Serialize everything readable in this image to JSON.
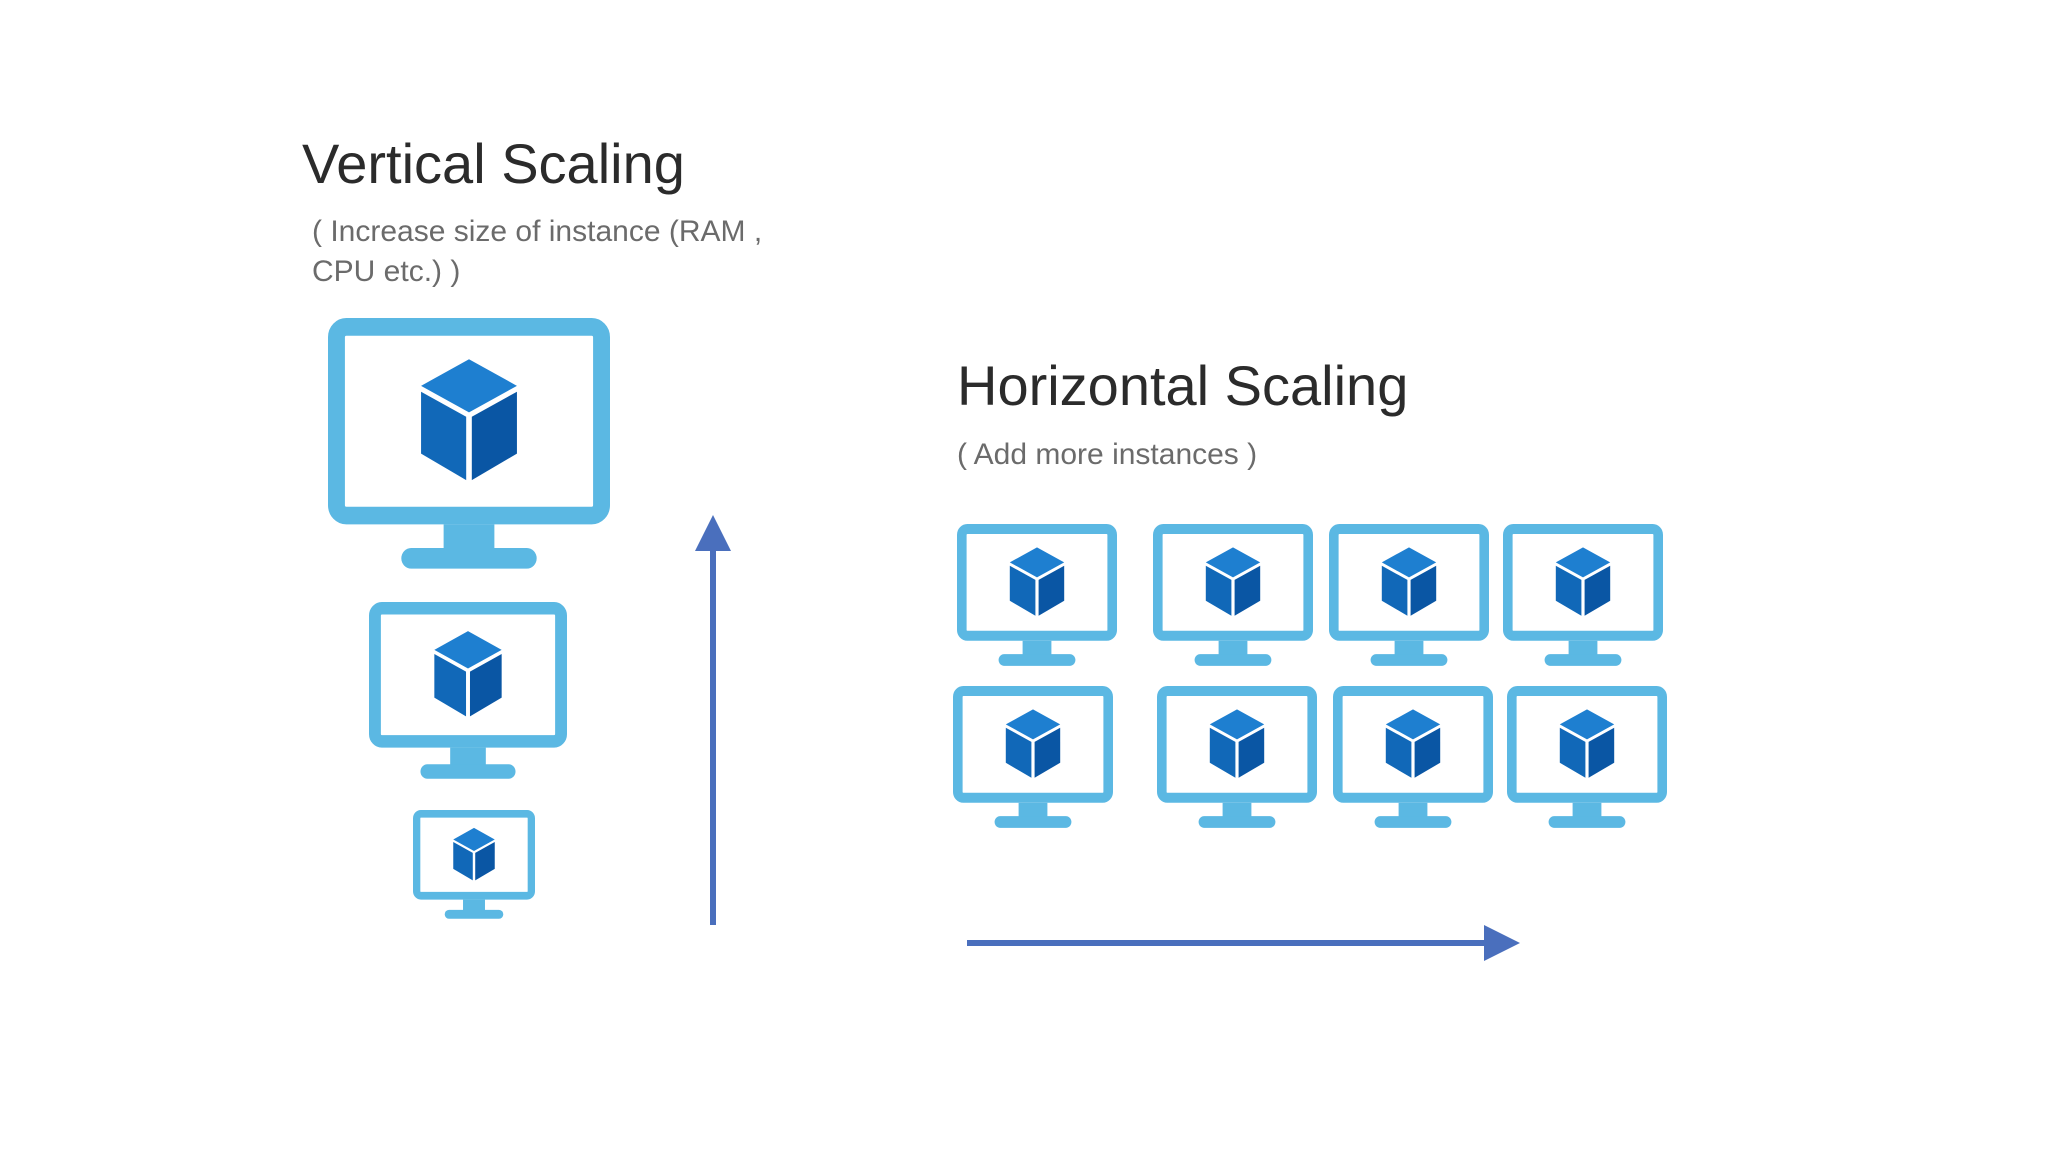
{
  "vertical": {
    "title": "Vertical Scaling",
    "subtitle_line1": "( Increase size of instance (RAM ,",
    "subtitle_line2": "CPU etc.) )",
    "instance_count": 3
  },
  "horizontal": {
    "title": "Horizontal Scaling",
    "subtitle": "( Add more instances )",
    "instance_count": 8
  },
  "icons": {
    "instance": "virtual-machine-monitor-icon",
    "vertical_arrow": "arrow-up-icon",
    "horizontal_arrow": "arrow-right-icon"
  },
  "colors": {
    "monitor": "#5bb8e3",
    "cube_top": "#1e7fd0",
    "cube_left": "#1168b8",
    "cube_right": "#0a56a4",
    "arrow": "#4a6fbd",
    "title_text": "#2b2b2b",
    "subtitle_text": "#6b6b6b"
  }
}
